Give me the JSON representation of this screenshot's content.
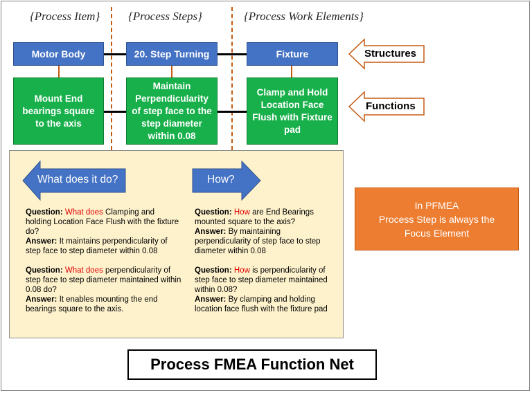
{
  "column_headers": {
    "process_item": "{Process Item}",
    "process_steps": "{Process Steps}",
    "process_work_elements": "{Process Work Elements}"
  },
  "structures": {
    "process_item": "Motor Body",
    "process_step": "20. Step Turning",
    "work_element": "Fixture"
  },
  "functions": {
    "process_item": [
      "Mount End",
      "bearings square",
      "to the axis"
    ],
    "process_step": [
      "Maintain",
      "Perpendicularity",
      "of step face to the",
      "step diameter",
      "within 0.08"
    ],
    "work_element": [
      "Clamp and Hold",
      "Location Face",
      "Flush with Fixture",
      "pad"
    ]
  },
  "side_labels": {
    "structures": "Structures",
    "functions": "Functions"
  },
  "panel": {
    "left_arrow_label": "What does it do?",
    "right_arrow_label": "How?",
    "left_qa": [
      {
        "q_label": "Question:",
        "q_highlight": "What does",
        "q_text": " Clamping and holding Location Face Flush with the fixture do?",
        "a_label": "Answer:",
        "a_text": " It maintains perpendicularity of step face to step diameter within 0.08"
      },
      {
        "q_label": "Question:",
        "q_highlight": "What does",
        "q_text": " perpendicularity of step face to step diameter maintained within 0.08 do?",
        "a_label": "Answer:",
        "a_text": " It enables mounting the end bearings square to the axis."
      }
    ],
    "right_qa": [
      {
        "q_label": "Question:",
        "q_highlight": "How",
        "q_text": " are End Bearings mounted square to the axis?",
        "a_label": "Answer:",
        "a_text": " By maintaining perpendicularity of step face to step diameter within 0.08"
      },
      {
        "q_label": "Question:",
        "q_highlight": "How",
        "q_text": " is perpendicularity of step face to step diameter maintained within 0.08?",
        "a_label": "Answer:",
        "a_text": " By clamping and holding location face flush with the fixture pad"
      }
    ]
  },
  "pfmea_note": [
    "In PFMEA",
    "Process Step is always the",
    "Focus Element"
  ],
  "title": "Process FMEA Function Net",
  "colors": {
    "structure_box": "#4472c4",
    "function_box": "#18b04b",
    "panel_bg": "#fef2cd",
    "note_box": "#ed7d31",
    "highlight": "#e00000",
    "dashed_divider": "#c55a11"
  }
}
